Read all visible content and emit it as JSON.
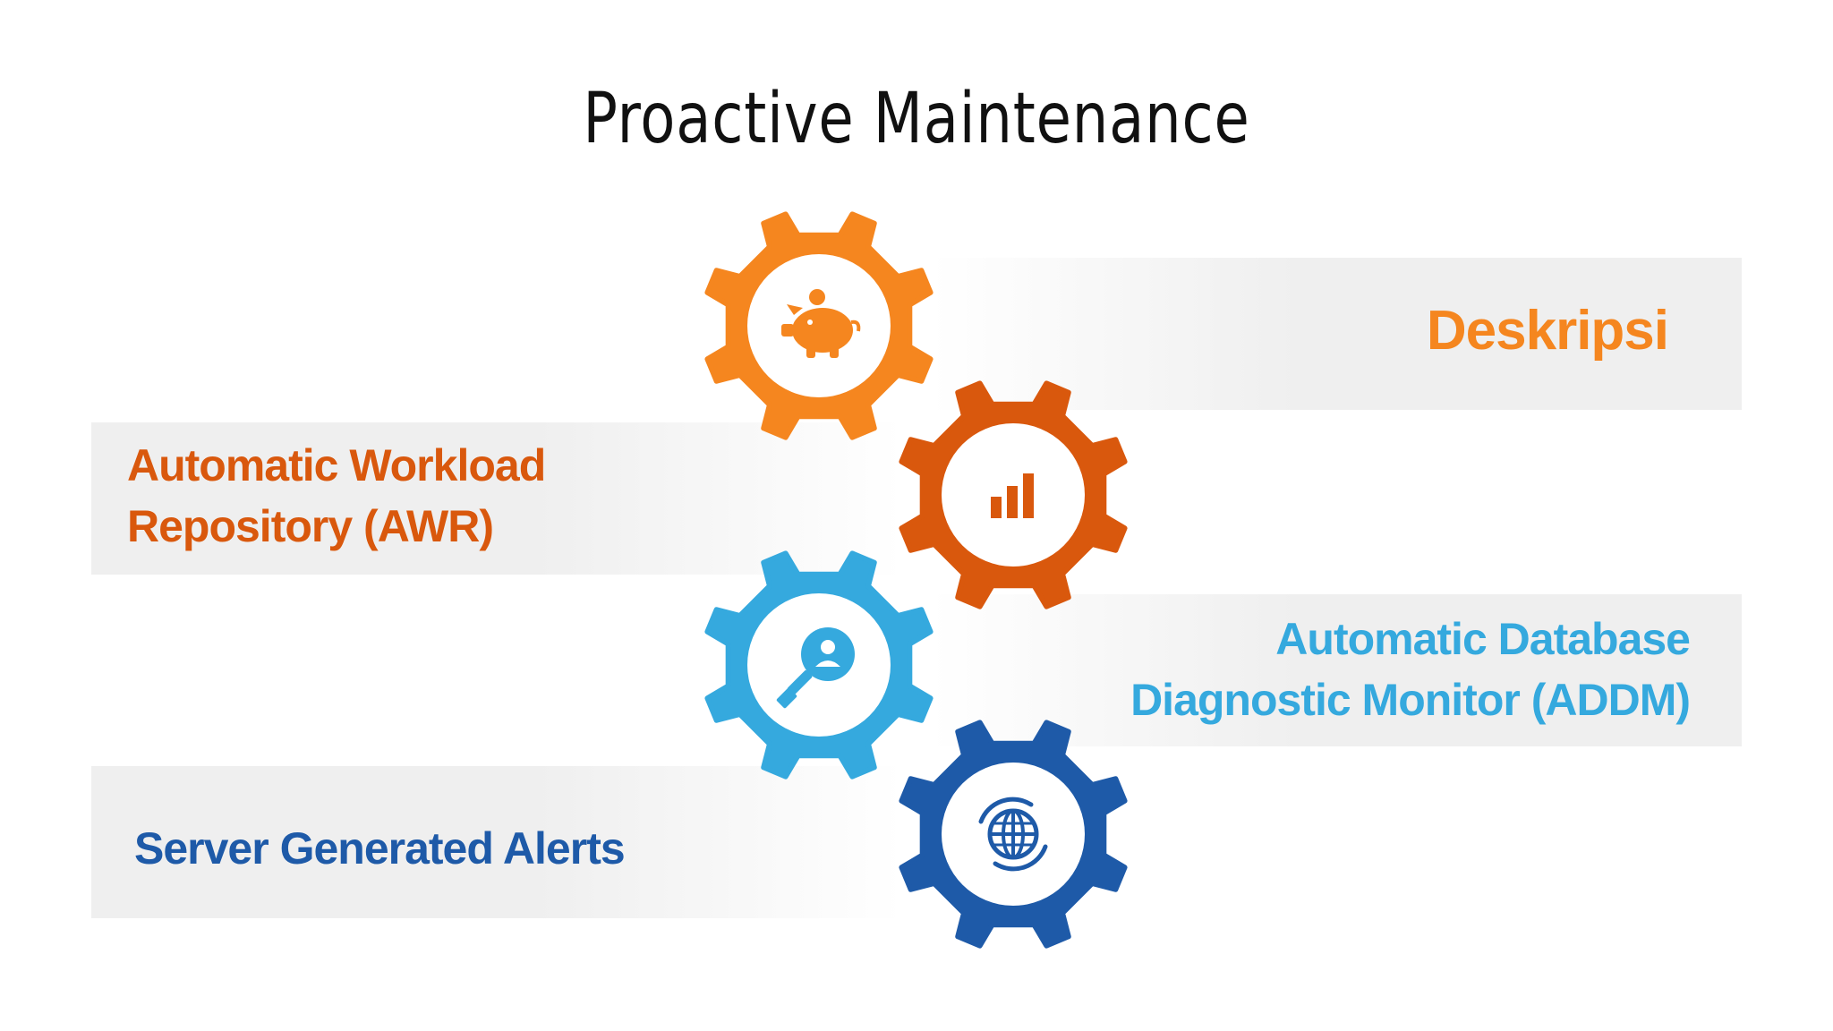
{
  "title": "Proactive Maintenance",
  "header_label": {
    "text": "Deskripsi",
    "color": "#F5861F"
  },
  "items": [
    {
      "lines": [
        "Automatic Workload",
        "Repository (AWR)"
      ],
      "color": "#D9580D"
    },
    {
      "lines": [
        "Automatic Database",
        "Diagnostic Monitor (ADDM)"
      ],
      "color": "#35A9DE"
    },
    {
      "lines": [
        "Server Generated Alerts"
      ],
      "color": "#1E5AA8"
    }
  ],
  "gears": [
    {
      "icon": "piggy-bank-icon",
      "color": "#F5861F"
    },
    {
      "icon": "bar-chart-icon",
      "color": "#D9580D"
    },
    {
      "icon": "user-search-icon",
      "color": "#35A9DE"
    },
    {
      "icon": "globe-sync-icon",
      "color": "#1E5AA8"
    }
  ]
}
